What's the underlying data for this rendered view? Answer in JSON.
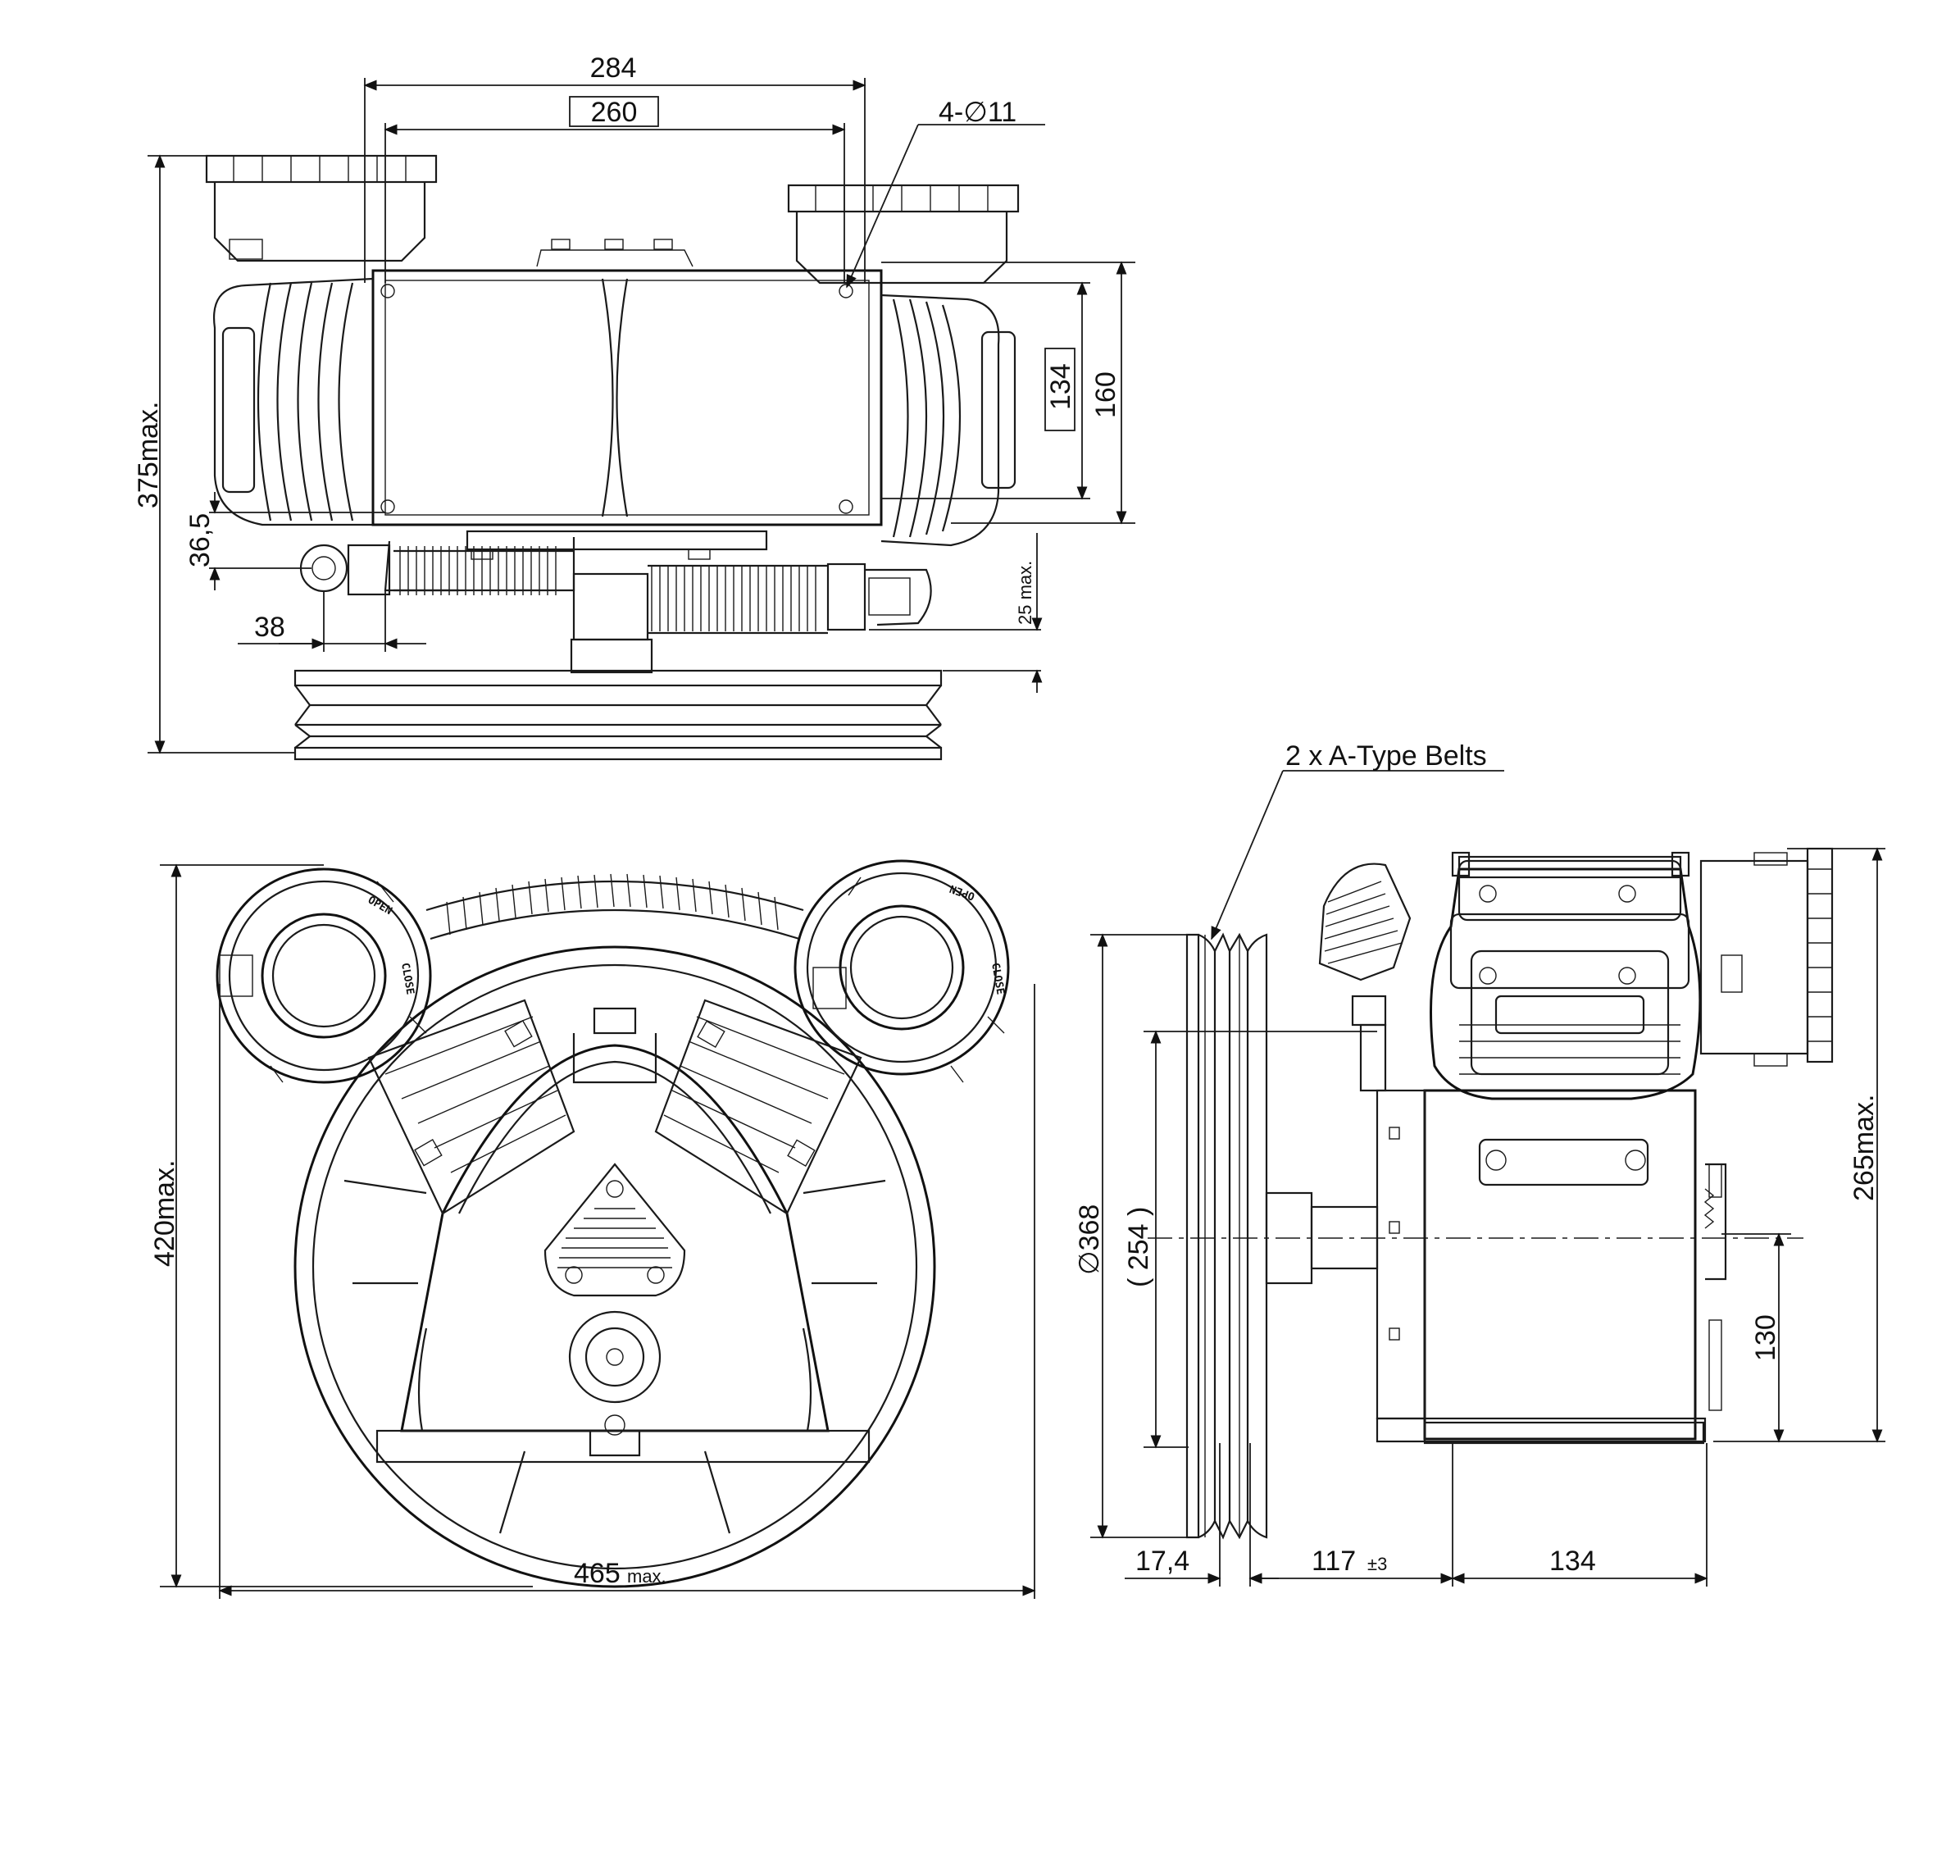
{
  "top_view": {
    "dims": {
      "width_284": "284",
      "width_260": "260",
      "holes": "4-∅11",
      "height_375": "375max.",
      "height_160": "160",
      "height_134": "134",
      "dim_36_5": "36,5",
      "dim_38": "38",
      "dim_25": "25 max."
    }
  },
  "front_view": {
    "dims": {
      "height_420": "420max.",
      "width_465": "465",
      "width_465_suffix": "max."
    },
    "valve_labels": {
      "open": "OPEN",
      "close": "CLOSE"
    }
  },
  "side_view": {
    "callout": "2 x A-Type Belts",
    "dims": {
      "pulley_dia": "∅368",
      "pitch_dia": "( 254 )",
      "height_265": "265max.",
      "height_130": "130",
      "dim_17_4": "17,4",
      "dim_117": "117",
      "dim_117_tol": "±3",
      "dim_134": "134"
    }
  }
}
